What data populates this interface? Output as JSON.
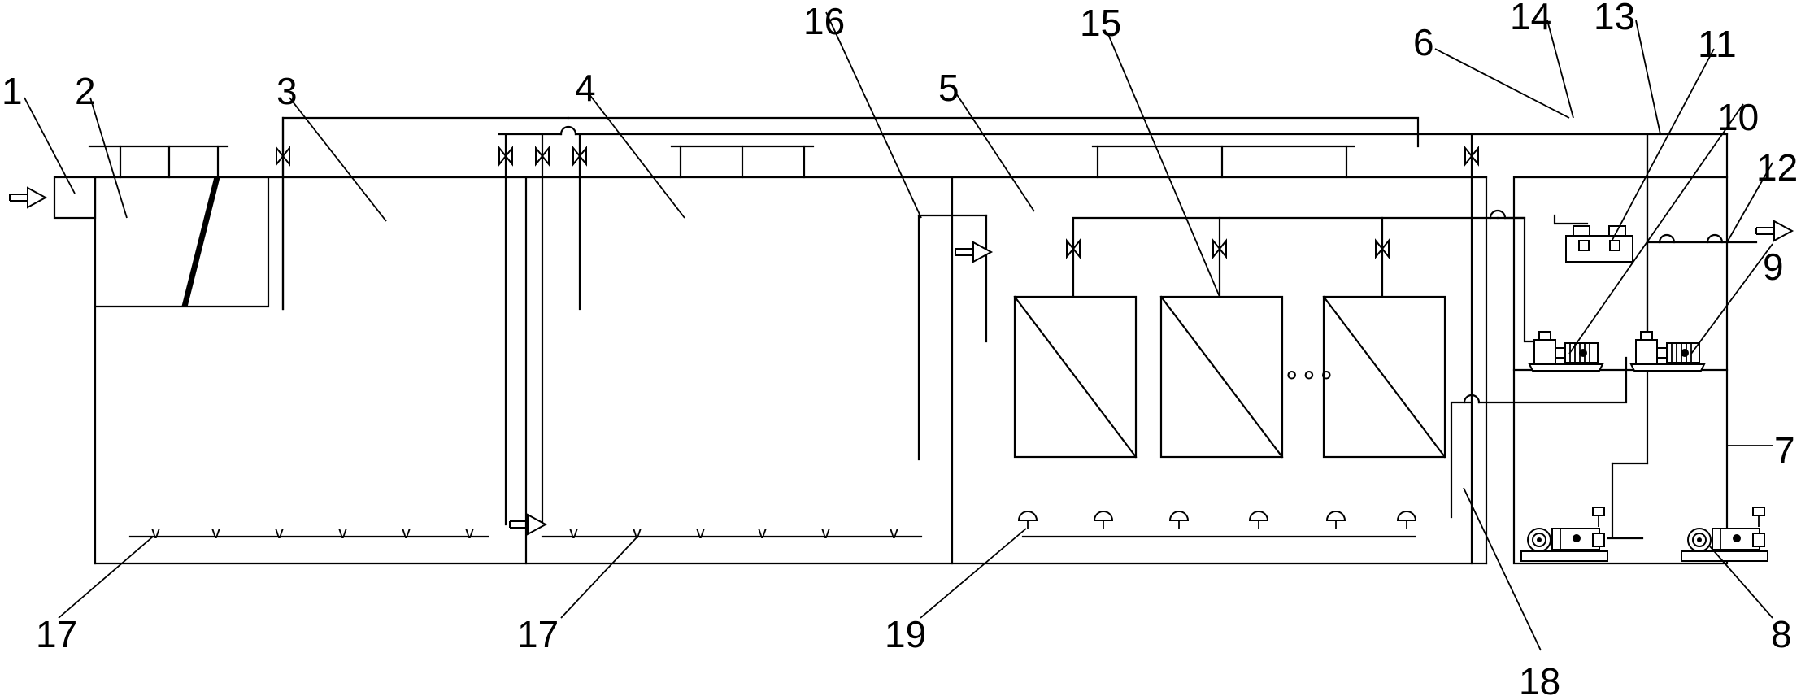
{
  "labels": {
    "l1": "1",
    "l2": "2",
    "l3": "3",
    "l4": "4",
    "l5": "5",
    "l6": "6",
    "l7": "7",
    "l8": "8",
    "l9": "9",
    "l10": "10",
    "l11": "11",
    "l12": "12",
    "l13": "13",
    "l14": "14",
    "l15": "15",
    "l16": "16",
    "l17a": "17",
    "l17b": "17",
    "l18": "18",
    "l19": "19"
  },
  "membrane_ellipsis": "∘∘∘"
}
